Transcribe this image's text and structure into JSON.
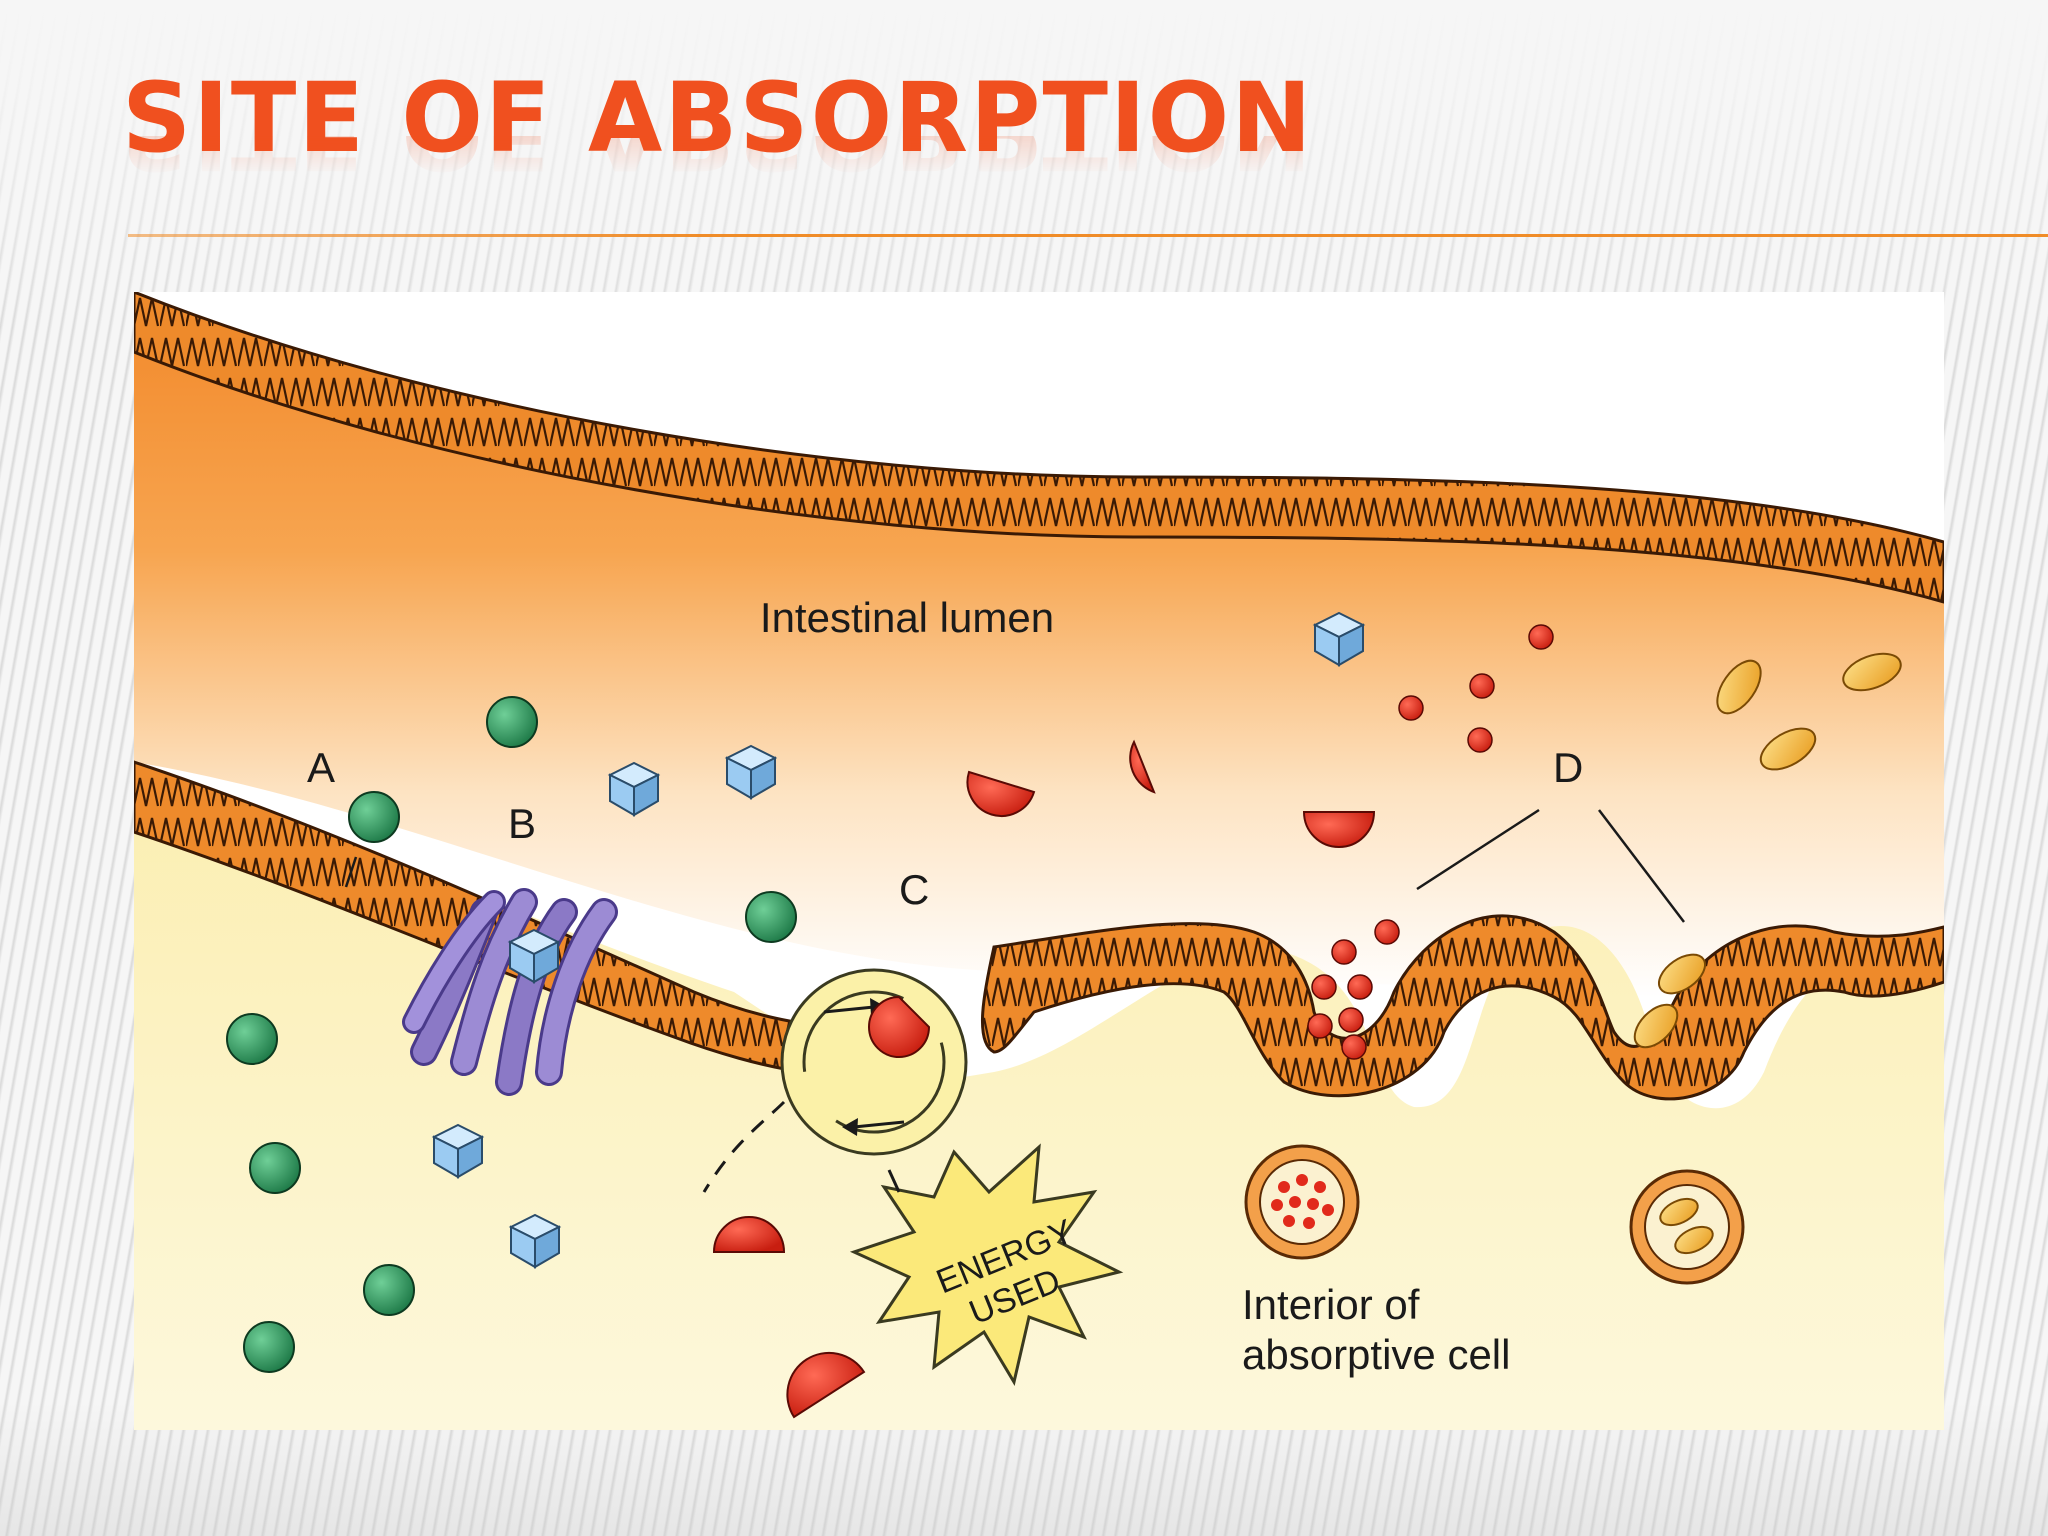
{
  "slide": {
    "title": "Site of absorption"
  },
  "figure": {
    "labels": {
      "a": "A",
      "b": "B",
      "c": "C",
      "d": "D",
      "lumen": "Intestinal lumen",
      "energy_line1": "ENERGY",
      "energy_line2": "USED",
      "interior_line1": "Interior of",
      "interior_line2": "absorptive cell"
    },
    "colors": {
      "title": "#f0501f",
      "membrane": "#e8872a",
      "lumen_orange": "#f28a2c",
      "cell_yellow": "#fbf3c0",
      "glucose_green": "#2e8b57",
      "cube_blue": "#a9d4f5",
      "protein_red": "#e12a1b",
      "carrier_purple": "#8b79c6",
      "fat_yellow": "#f4b53a",
      "energy_burst": "#fbe97a"
    }
  }
}
